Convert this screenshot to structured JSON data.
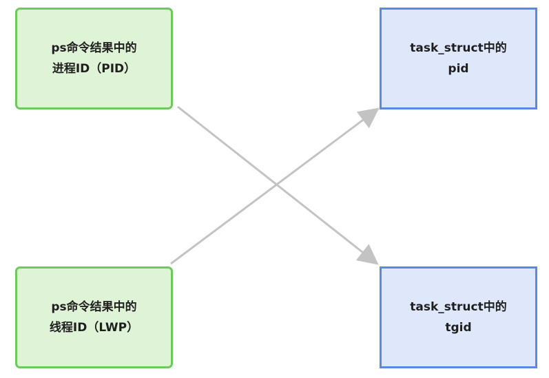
{
  "nodes": {
    "ps_pid": {
      "line1": "ps命令结果中的",
      "line2": "进程ID（PID）"
    },
    "ps_lwp": {
      "line1": "ps命令结果中的",
      "line2": "线程ID（LWP）"
    },
    "task_pid": {
      "line1": "task_struct中的",
      "line2": "pid"
    },
    "task_tgid": {
      "line1": "task_struct中的",
      "line2": "tgid"
    }
  },
  "edges": [
    {
      "from": "ps_pid",
      "to": "task_tgid"
    },
    {
      "from": "ps_lwp",
      "to": "task_pid"
    }
  ],
  "colors": {
    "green_fill": "#dff3d6",
    "green_border": "#6cc95c",
    "blue_fill": "#dfe7fb",
    "blue_border": "#5b87e6",
    "arrow": "#c3c3c3"
  }
}
